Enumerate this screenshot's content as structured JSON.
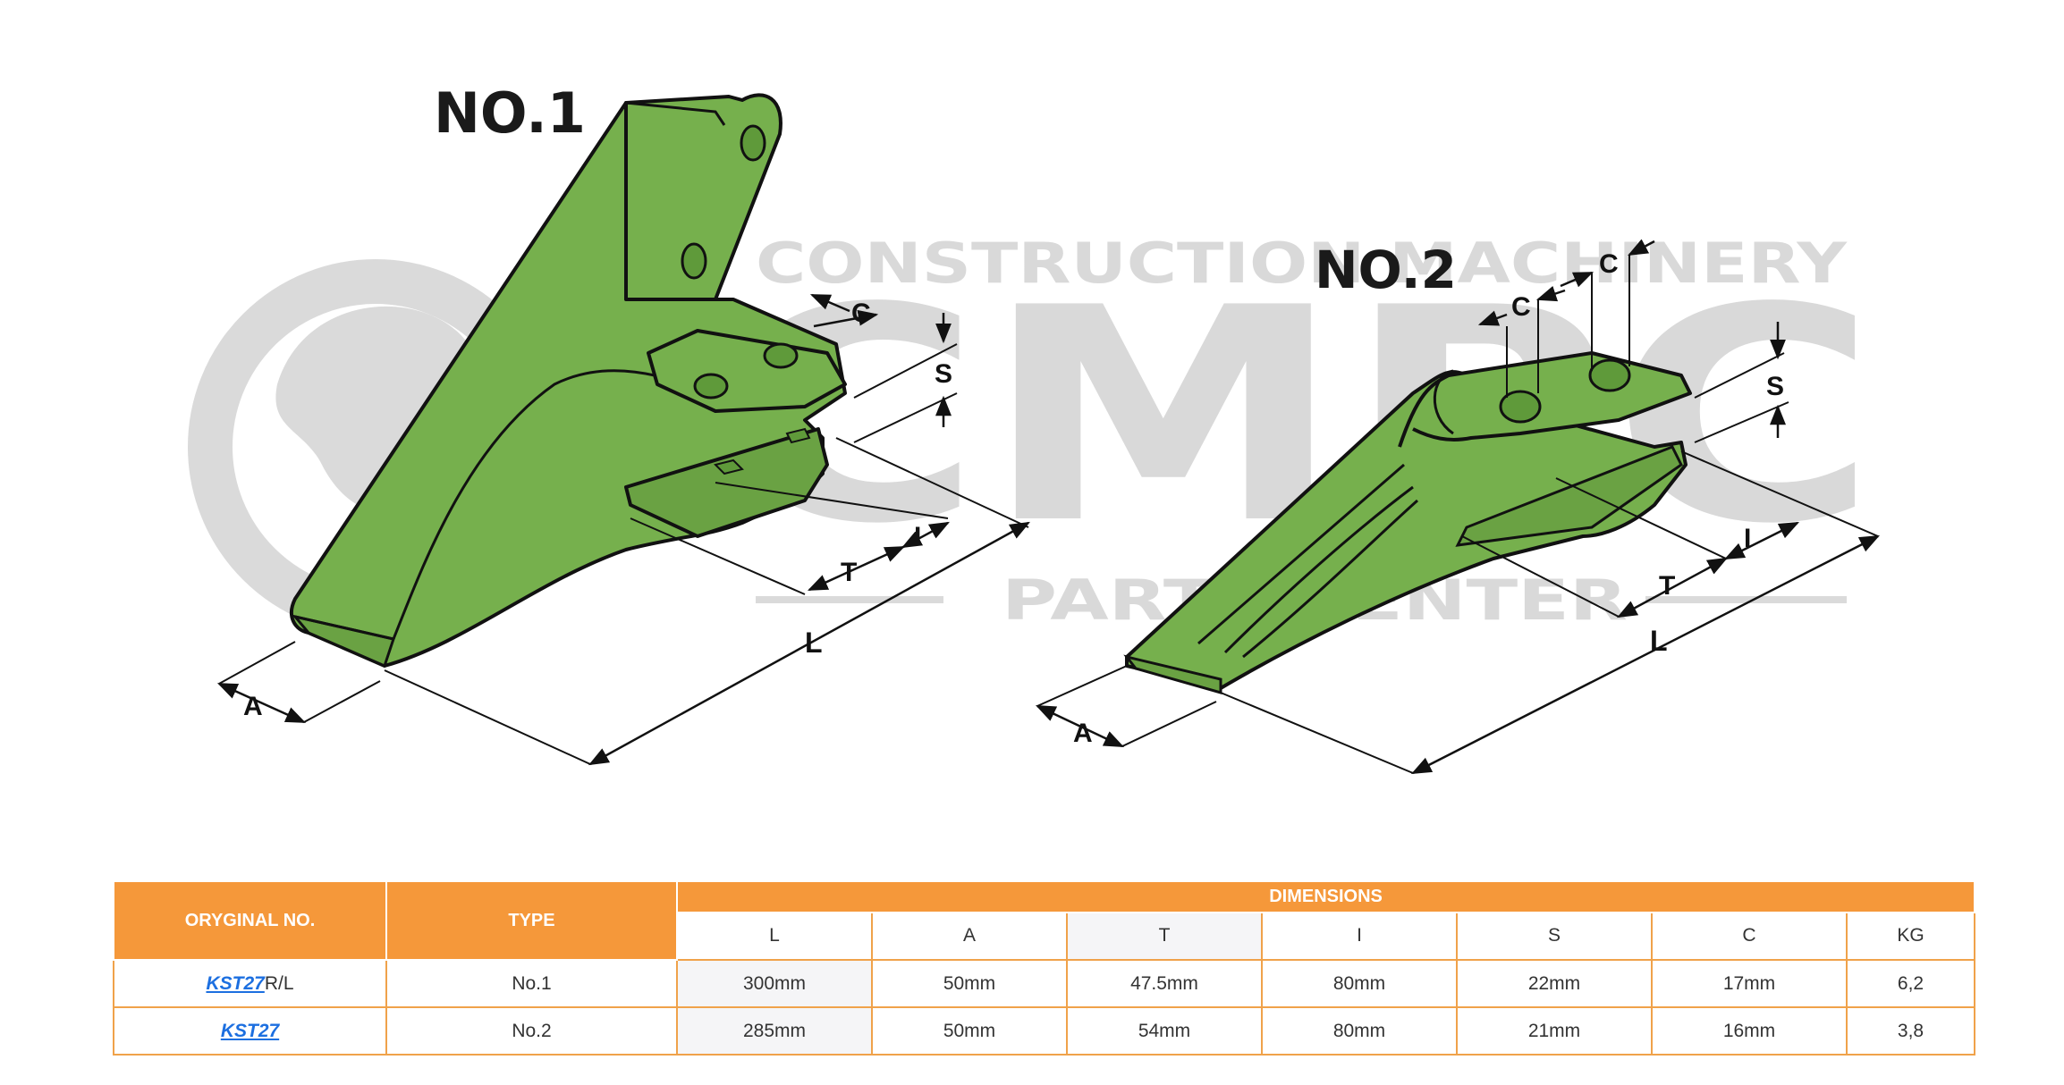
{
  "watermark": {
    "line1": "CONSTRUCTION MACHINERY",
    "logo": "CMPC",
    "line3": "PARTS CENTER"
  },
  "drawings": [
    {
      "title": "NO.1",
      "labels": {
        "C": "C",
        "S": "S",
        "T": "T",
        "I": "I",
        "L": "L",
        "A": "A"
      }
    },
    {
      "title": "NO.2",
      "labels": {
        "C1": "C",
        "C2": "C",
        "S": "S",
        "T": "T",
        "I": "I",
        "L": "L",
        "A": "A"
      }
    }
  ],
  "table": {
    "headers": {
      "original": "ORYGINAL NO.",
      "type": "TYPE",
      "dimensions": "DIMENSIONS"
    },
    "columns": [
      "L",
      "A",
      "T",
      "I",
      "S",
      "C",
      "KG"
    ],
    "rows": [
      {
        "part_link": "KST27",
        "part_suffix": "R/L",
        "type": "No.1",
        "values": [
          "300mm",
          "50mm",
          "47.5mm",
          "80mm",
          "22mm",
          "17mm",
          "6,2"
        ]
      },
      {
        "part_link": "KST27",
        "part_suffix": "",
        "type": "No.2",
        "values": [
          "285mm",
          "50mm",
          "54mm",
          "80mm",
          "21mm",
          "16mm",
          "3,8"
        ]
      }
    ]
  },
  "colors": {
    "part_green": "#76b04d",
    "header_orange": "#f5983a",
    "border_orange": "#f0a24a",
    "link_blue": "#1c6fe0",
    "watermark_gray": "#d9d9d9"
  }
}
